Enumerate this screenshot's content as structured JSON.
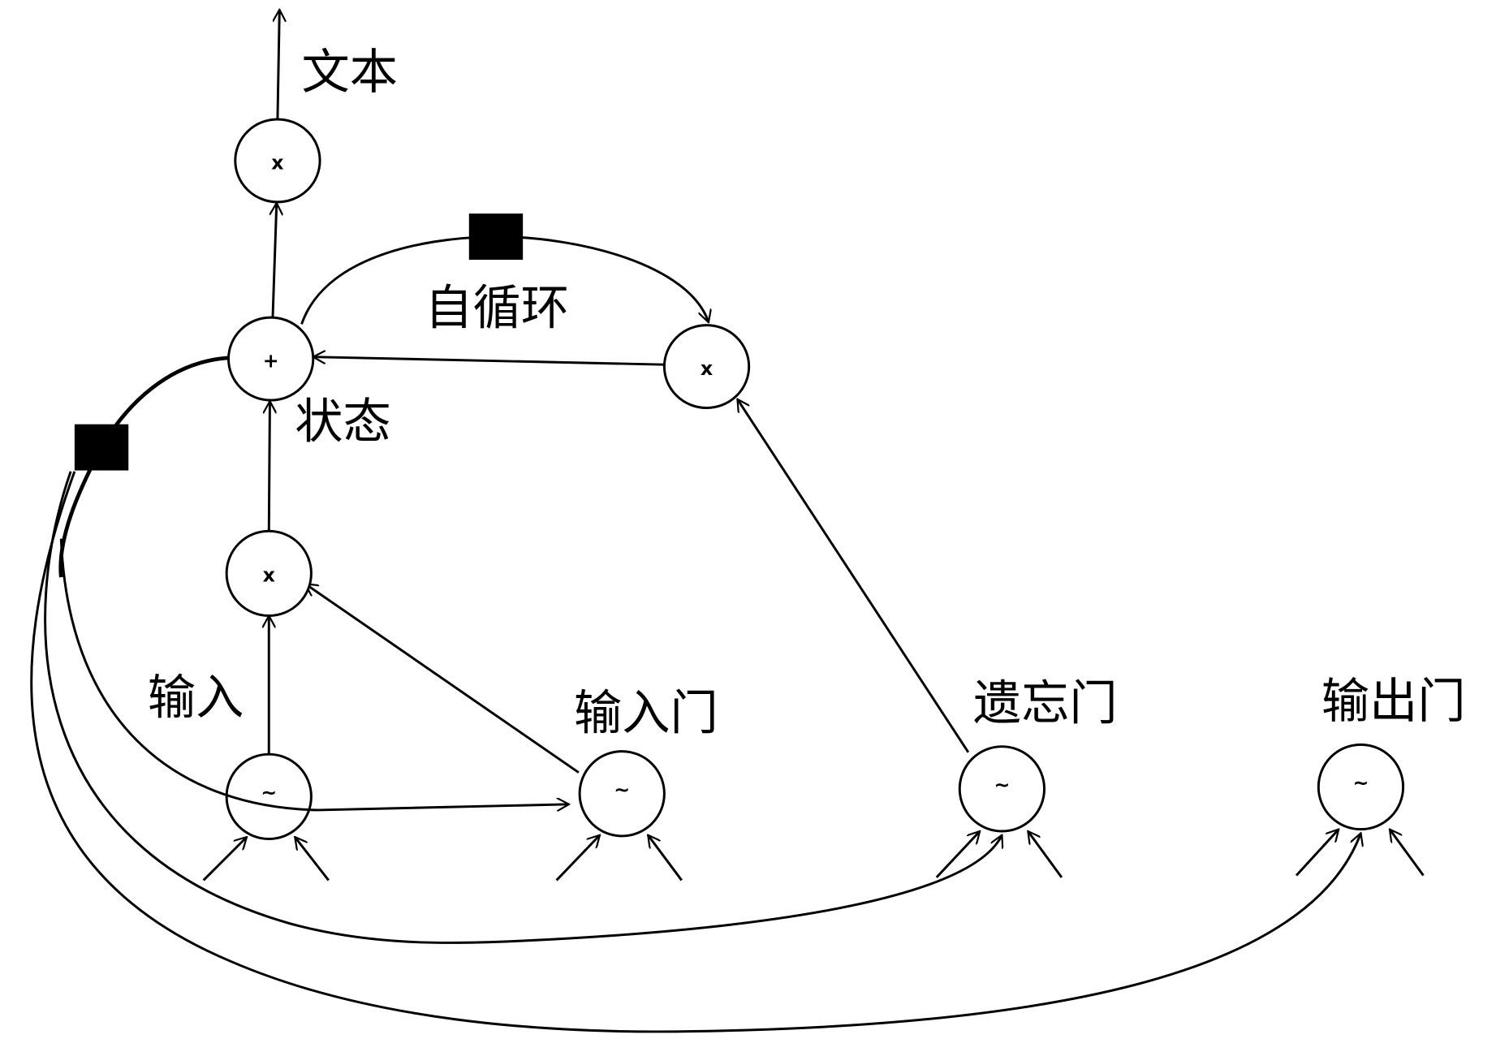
{
  "labels": {
    "output_text": "文本",
    "self_loop": "自循环",
    "state": "状态",
    "input": "输入",
    "input_gate": "输入门",
    "forget_gate": "遗忘门",
    "output_gate": "输出门"
  },
  "nodes": {
    "output_multiply": "x",
    "state_sum": "+",
    "self_loop_multiply": "x",
    "input_multiply": "x",
    "input_unit": "~",
    "input_gate_unit": "~",
    "forget_gate_unit": "~",
    "output_gate_unit": "~"
  }
}
